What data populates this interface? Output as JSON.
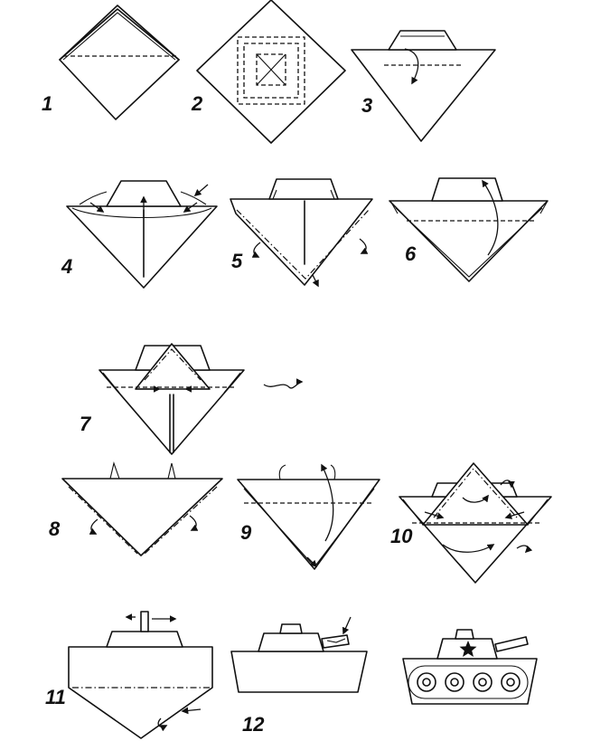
{
  "steps": [
    {
      "number": "1"
    },
    {
      "number": "2"
    },
    {
      "number": "3"
    },
    {
      "number": "4"
    },
    {
      "number": "5"
    },
    {
      "number": "6"
    },
    {
      "number": "7"
    },
    {
      "number": "8"
    },
    {
      "number": "9"
    },
    {
      "number": "10"
    },
    {
      "number": "11"
    },
    {
      "number": "12"
    }
  ],
  "result": {
    "emblem": "star-icon"
  },
  "colors": {
    "ink": "#111111",
    "paper": "#ffffff"
  }
}
